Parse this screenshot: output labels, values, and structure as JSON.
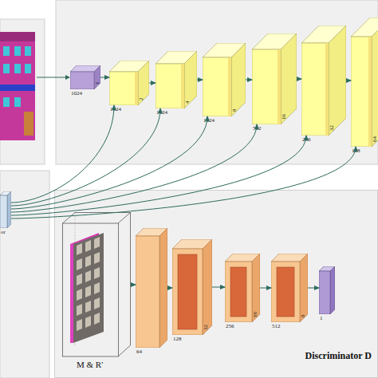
{
  "diagram": {
    "nodes": [
      {
        "text": [
          "1024",
          "1"
        ]
      },
      {
        "text": [
          "1024",
          "2"
        ]
      },
      {
        "text": [
          "1024",
          "4"
        ]
      },
      {
        "text": [
          "1024",
          "8"
        ]
      },
      {
        "text": [
          "512",
          "16"
        ]
      },
      {
        "text": [
          "256",
          "32"
        ]
      },
      {
        "text": [
          "128",
          "64"
        ]
      },
      {
        "text": [
          "or"
        ]
      },
      {
        "text": [
          "Discriminator D"
        ]
      },
      {
        "text": [
          "M & R'"
        ],
        "in": 8
      },
      {
        "text": [
          "64"
        ],
        "in": 8
      },
      {
        "text": [
          "128",
          "32"
        ],
        "in": 8
      },
      {
        "text": [
          "256",
          "16"
        ],
        "in": 8
      },
      {
        "text": [
          "512",
          "8"
        ],
        "in": 8
      },
      {
        "text": [
          "1"
        ],
        "in": 8
      }
    ],
    "edges": [
      {
        "from": 0,
        "to": 1,
        "arrow": "to"
      },
      {
        "from": 1,
        "to": 2,
        "arrow": "to"
      },
      {
        "from": 2,
        "to": 3,
        "arrow": "to"
      },
      {
        "from": 3,
        "to": 4,
        "arrow": "to"
      },
      {
        "from": 4,
        "to": 5,
        "arrow": "to"
      },
      {
        "from": 5,
        "to": 6,
        "arrow": "to"
      },
      {
        "from": 7,
        "to": 1,
        "arrow": "to"
      },
      {
        "from": 7,
        "to": 2,
        "arrow": "to"
      },
      {
        "from": 7,
        "to": 3,
        "arrow": "to"
      },
      {
        "from": 7,
        "to": 4,
        "arrow": "to"
      },
      {
        "from": 7,
        "to": 5,
        "arrow": "to"
      },
      {
        "from": 7,
        "to": 6,
        "arrow": "to"
      },
      {
        "from": 9,
        "to": 10,
        "arrow": "to"
      },
      {
        "from": 10,
        "to": 11,
        "arrow": "to"
      },
      {
        "from": 11,
        "to": 12,
        "arrow": "to"
      },
      {
        "from": 12,
        "to": 13,
        "arrow": "to"
      },
      {
        "from": 13,
        "to": 14,
        "arrow": "to"
      }
    ]
  }
}
